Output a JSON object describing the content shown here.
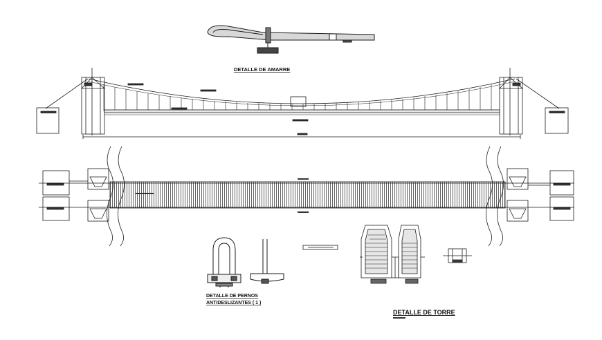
{
  "labels": {
    "amarre": "DETALLE DE AMARRE",
    "pernos_line1": "DETALLE DE PERNOS",
    "pernos_line2": "ANTIDESLIZANTES ( 1 )",
    "torre": "DETALLE  DE TORRE"
  },
  "colors": {
    "ink": "#1a1a1a",
    "background": "#ffffff"
  }
}
